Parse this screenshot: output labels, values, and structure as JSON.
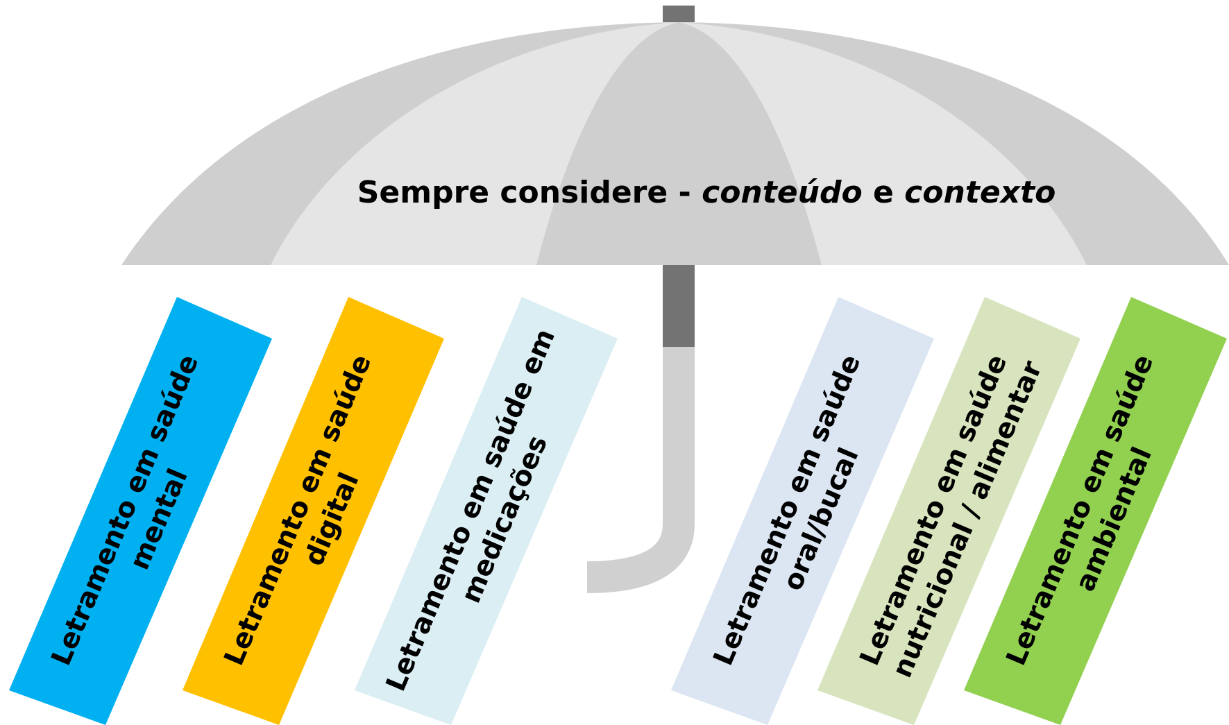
{
  "title": {
    "part1": "Sempre considere - ",
    "part2": "conteúdo",
    "part3": " e ",
    "part4": "contexto"
  },
  "colors": {
    "canopy_light": "#e5e5e5",
    "canopy_dark": "#cfcfcf",
    "shaft_dark": "#737373",
    "handle_light": "#d0d0d0"
  },
  "cards": [
    {
      "line1": "Letramento em saúde",
      "line2": "mental",
      "color": "#00b0f0"
    },
    {
      "line1": "Letramento em saúde",
      "line2": "digital",
      "color": "#ffc000"
    },
    {
      "line1": "Letramento em saúde em",
      "line2": "medicações",
      "color": "#daeef3"
    },
    {
      "line1": "Letramento em saúde",
      "line2": "oral/bucal",
      "color": "#dce6f2"
    },
    {
      "line1": "Letramento em saúde",
      "line2": "nutricional / alimentar",
      "color": "#d7e4bd"
    },
    {
      "line1": "Letramento em saúde",
      "line2": "ambiental",
      "color": "#92d050"
    }
  ]
}
